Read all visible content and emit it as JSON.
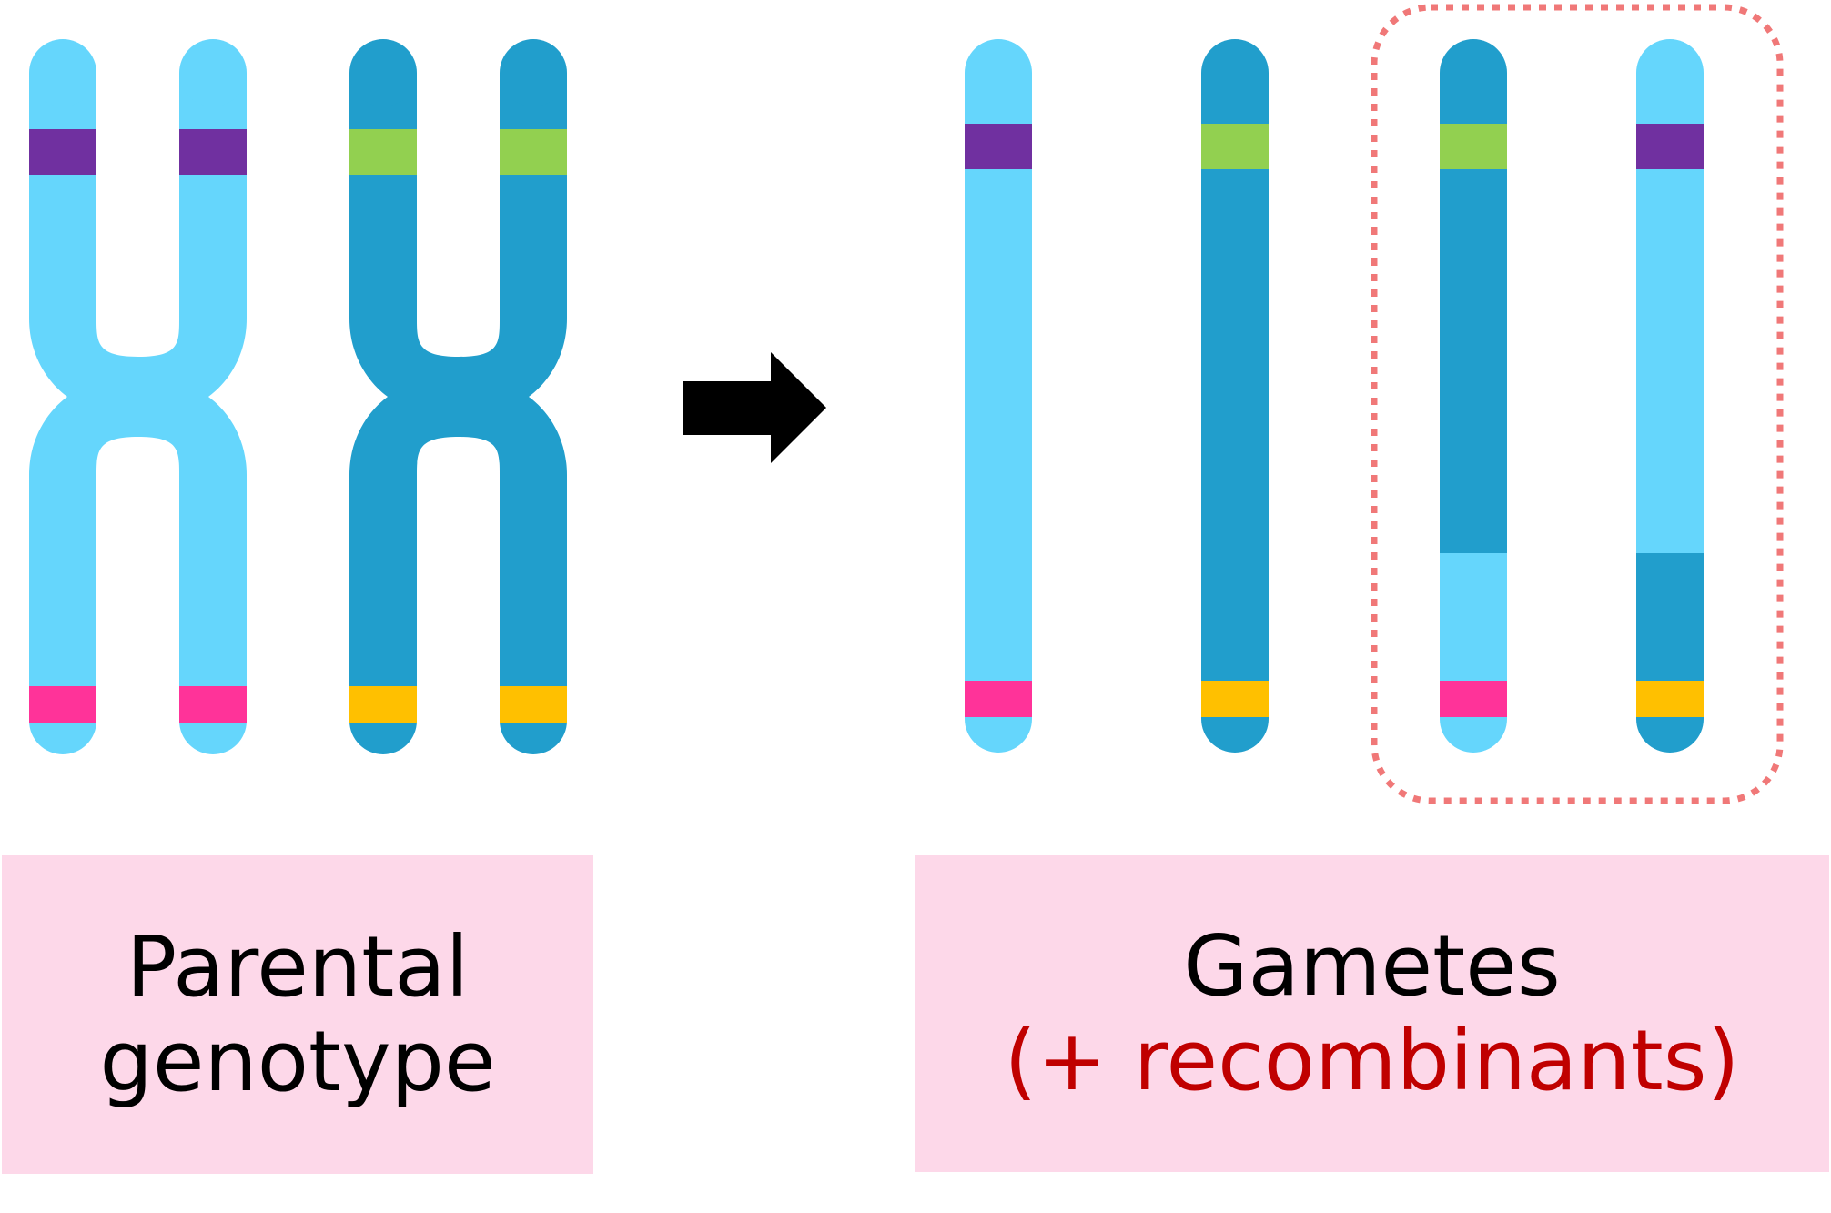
{
  "colors": {
    "chrom_light": "#65d6fc",
    "chrom_dark": "#219ecc",
    "band_purple": "#7030a0",
    "band_green": "#92d050",
    "band_magenta": "#ff3399",
    "band_yellow": "#ffc000",
    "label_bg": "#fdd8e9",
    "dotted_box": "#f07878",
    "recombinant_text": "#c00000",
    "arrow": "#000000"
  },
  "parental": {
    "label_line1": "Parental",
    "label_line2": "genotype",
    "chromosomes": [
      {
        "name": "parental-chromosome-1",
        "base": "light",
        "top_band": "purple",
        "bottom_band": "magenta"
      },
      {
        "name": "parental-chromosome-2",
        "base": "dark",
        "top_band": "green",
        "bottom_band": "yellow"
      }
    ]
  },
  "gametes": {
    "label_line1": "Gametes",
    "label_line2": "(+ recombinants)",
    "chromatids": [
      {
        "name": "gamete-1",
        "upper": "light",
        "lower": "light",
        "top_band": "purple",
        "bottom_band": "magenta",
        "recombinant": false
      },
      {
        "name": "gamete-2",
        "upper": "dark",
        "lower": "dark",
        "top_band": "green",
        "bottom_band": "yellow",
        "recombinant": false
      },
      {
        "name": "gamete-3",
        "upper": "dark",
        "lower": "light",
        "top_band": "green",
        "bottom_band": "magenta",
        "recombinant": true
      },
      {
        "name": "gamete-4",
        "upper": "light",
        "lower": "dark",
        "top_band": "purple",
        "bottom_band": "yellow",
        "recombinant": true
      }
    ]
  },
  "arrow": {
    "icon": "right-arrow-icon"
  }
}
